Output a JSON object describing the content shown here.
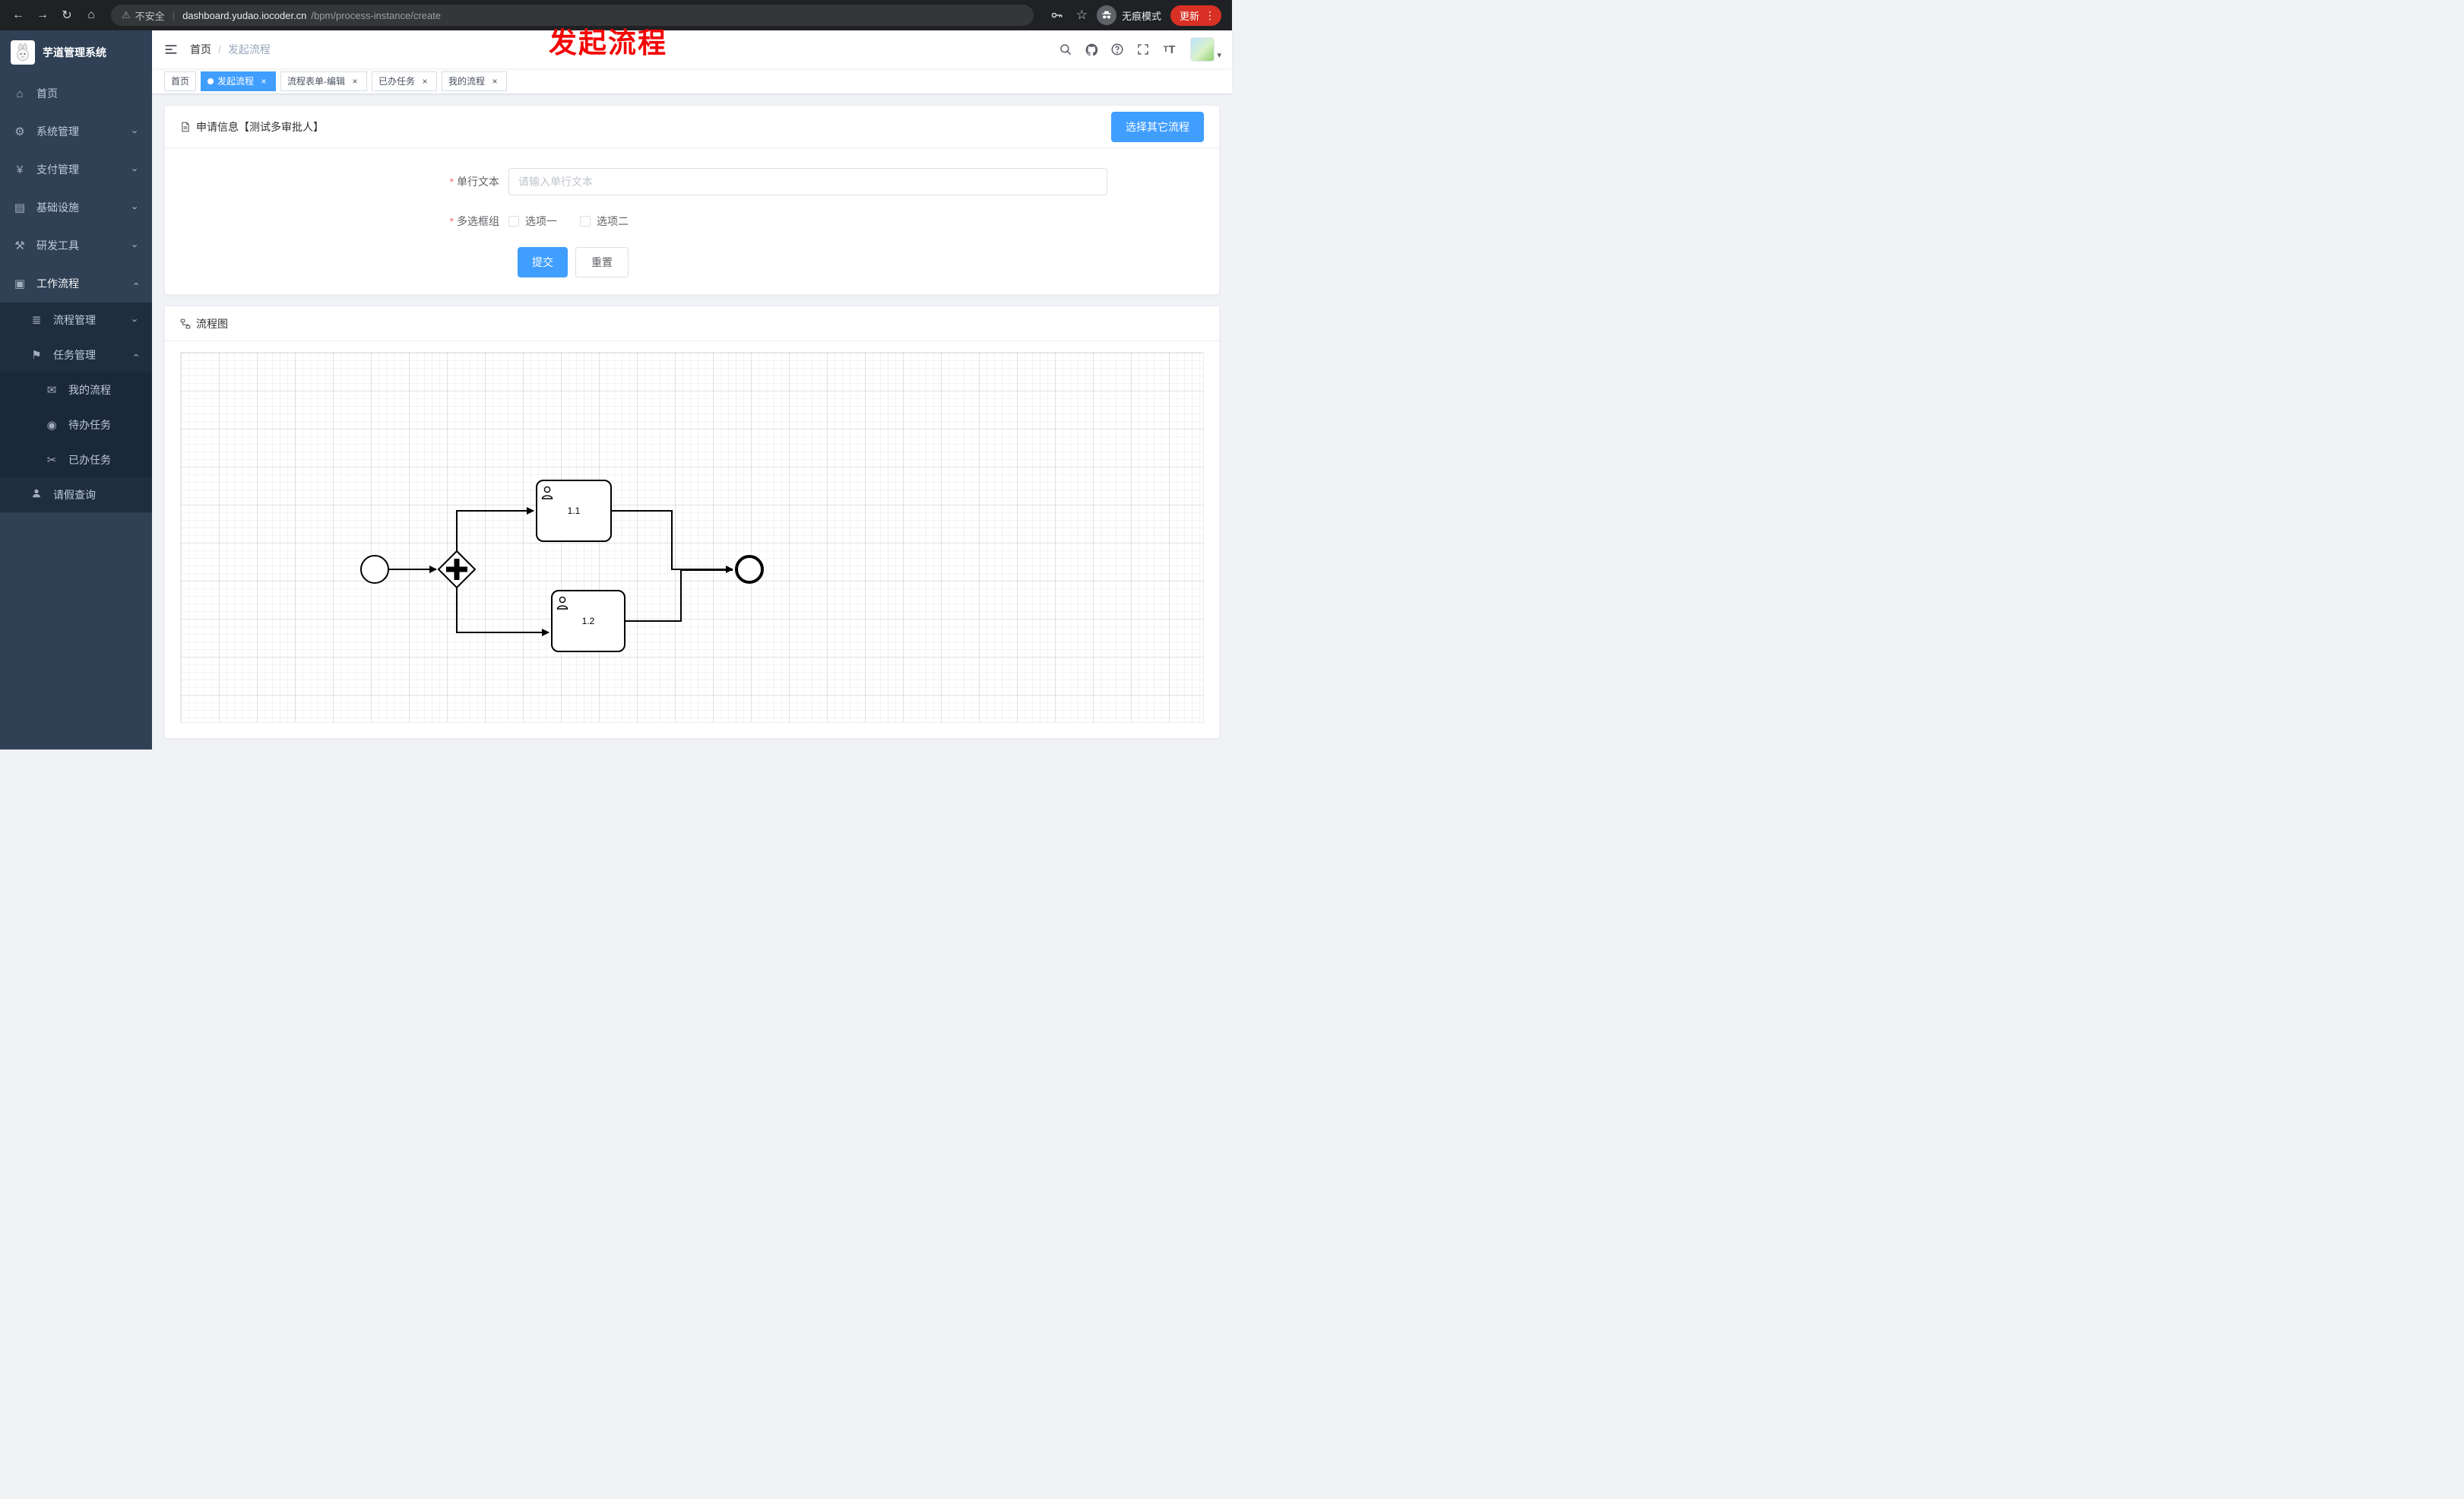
{
  "browser": {
    "security_label": "不安全",
    "url_domain": "dashboard.yudao.iocoder.cn",
    "url_path": "/bpm/process-instance/create",
    "incognito_label": "无痕模式",
    "update_label": "更新"
  },
  "annotation": {
    "text": "发起流程",
    "color": "#f40606"
  },
  "sidebar": {
    "title": "芋道管理系统",
    "items": [
      {
        "label": "首页",
        "glyph": "⌂",
        "level": 1
      },
      {
        "label": "系统管理",
        "glyph": "⚙",
        "level": 1,
        "chevron": "down"
      },
      {
        "label": "支付管理",
        "glyph": "¥",
        "level": 1,
        "chevron": "down"
      },
      {
        "label": "基础设施",
        "glyph": "▤",
        "level": 1,
        "chevron": "down"
      },
      {
        "label": "研发工具",
        "glyph": "⚒",
        "level": 1,
        "chevron": "down"
      },
      {
        "label": "工作流程",
        "glyph": "▣",
        "level": 1,
        "chevron": "up",
        "expanded": true
      },
      {
        "label": "流程管理",
        "glyph": "≣",
        "level": 2,
        "chevron": "down"
      },
      {
        "label": "任务管理",
        "glyph": "⚑",
        "level": 2,
        "chevron": "up",
        "expanded": true
      },
      {
        "label": "我的流程",
        "glyph": "✉",
        "level": 3
      },
      {
        "label": "待办任务",
        "glyph": "◉",
        "level": 3
      },
      {
        "label": "已办任务",
        "glyph": "✂",
        "level": 3
      },
      {
        "label": "请假查询",
        "glyph": "",
        "level": 2
      }
    ]
  },
  "breadcrumb": {
    "first": "首页",
    "separator": "/",
    "last": "发起流程"
  },
  "tabs": [
    {
      "label": "首页",
      "active": false,
      "closable": false
    },
    {
      "label": "发起流程",
      "active": true,
      "closable": true
    },
    {
      "label": "流程表单-编辑",
      "active": false,
      "closable": true
    },
    {
      "label": "已办任务",
      "active": false,
      "closable": true
    },
    {
      "label": "我的流程",
      "active": false,
      "closable": true
    }
  ],
  "form_card": {
    "title": "申请信息【测试多审批人】",
    "select_other_button": "选择其它流程",
    "fields": {
      "text": {
        "label": "单行文本",
        "required": true,
        "placeholder": "请输入单行文本",
        "value": ""
      },
      "checkbox_group": {
        "label": "多选框组",
        "required": true,
        "options": [
          {
            "label": "选项一",
            "checked": false
          },
          {
            "label": "选项二",
            "checked": false
          }
        ]
      }
    },
    "submit_label": "提交",
    "reset_label": "重置"
  },
  "flow_card": {
    "title": "流程图",
    "nodes": {
      "start": {
        "type": "start-event"
      },
      "gateway": {
        "type": "parallel-gateway"
      },
      "task1": {
        "type": "user-task",
        "label": "1.1"
      },
      "task2": {
        "type": "user-task",
        "label": "1.2"
      },
      "end": {
        "type": "end-event"
      }
    }
  },
  "icons": {
    "back": "←",
    "forward": "→",
    "reload": "↻",
    "home": "⌂",
    "warning": "⚠",
    "star": "☆",
    "menu_dots": "⋮",
    "chevron": "›",
    "caret_down": "▾",
    "close": "×"
  },
  "colors": {
    "accent": "#409eff",
    "sidebar_bg": "#304156",
    "submenu_bg": "#1f2d3d",
    "required": "#f56c6c",
    "update_red": "#d93025"
  }
}
